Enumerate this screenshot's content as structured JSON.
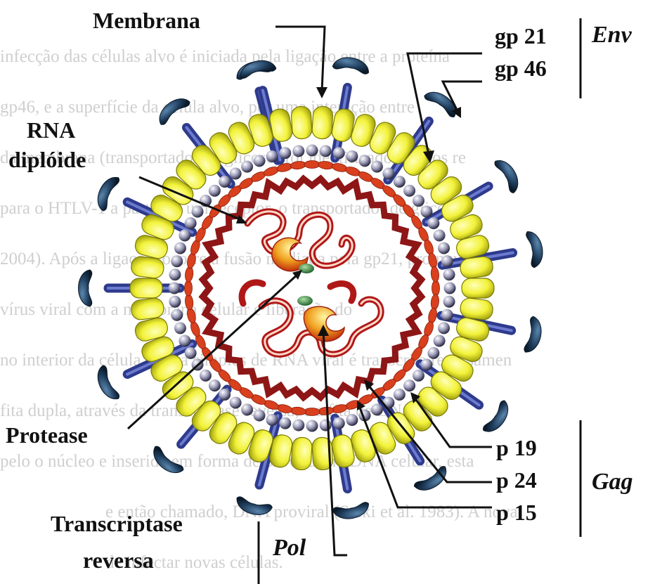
{
  "background_text": [
    "infecção das células alvo é iniciada pela ligação entre a proteína",
    "gp46, e a superfície da célula alvo, por uma interação entre",
    "da membrana (transportador de glicose) foi identificado um dos re",
    "para o HTLV-1 a partir de um receptor, o transportador de glicose",
    "2004). Após a ligação, ocorre a fusão mediada pela gp21, promove",
    "vírus viral com a membrana celular e liberação do",
    "no interior da célula. A fita simples de RNA viral é transcrita reversamen",
    "fita dupla, através da transcriptase reversa, e a fita de DNA",
    "pelo o núcleo e inserida em forma de provírus no DNA celular, esta",
    "e então chamado, DNA proviral (Seiki et al. 1983). A nova",
    "de infectar novas células."
  ],
  "labels": {
    "membrana": "Membrana",
    "rna": "RNA",
    "diploide": "diplóide",
    "protease": "Protease",
    "transcriptase": "Transcriptase",
    "reversa": "reversa",
    "pol": "Pol",
    "gp21": "gp 21",
    "gp46": "gp 46",
    "env": "Env",
    "p19": "p 19",
    "p24": "p 24",
    "p15": "p 15",
    "gag": "Gag"
  },
  "colors": {
    "yellow_protein": "#f2f23a",
    "lipid_head": "#9a9ab8",
    "gp21_stalk": "#2e3b8c",
    "gp46_knob": "#1f3d5c",
    "matrix_red": "#d8401e",
    "capsid_dark_red": "#8e1616",
    "rna_red": "#d62a20"
  }
}
